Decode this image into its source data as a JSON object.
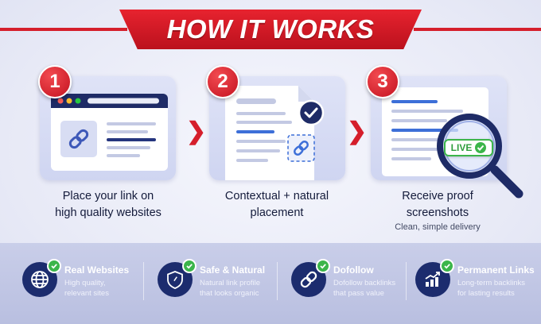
{
  "banner": {
    "title": "HOW IT WORKS"
  },
  "steps": [
    {
      "number": "1",
      "title_line1": "Place your link on",
      "title_line2": "high quality websites",
      "subtitle": ""
    },
    {
      "number": "2",
      "title_line1": "Contextual + natural",
      "title_line2": "placement",
      "subtitle": ""
    },
    {
      "number": "3",
      "title_line1": "Receive proof",
      "title_line2": "screenshots",
      "subtitle": "Clean, simple delivery"
    }
  ],
  "live_badge": "LIVE",
  "features": [
    {
      "title": "Real Websites",
      "line1": "High quality,",
      "line2": "relevant sites",
      "icon": "globe-icon"
    },
    {
      "title": "Safe & Natural",
      "line1": "Natural link profile",
      "line2": "that looks organic",
      "icon": "shield-icon"
    },
    {
      "title": "Dofollow",
      "line1": "Dofollow backlinks",
      "line2": "that pass value",
      "icon": "link-icon"
    },
    {
      "title": "Permanent Links",
      "line1": "Long-term backlinks",
      "line2": "for lasting results",
      "icon": "growth-chart-icon"
    }
  ],
  "colors": {
    "accent": "#d51e2b",
    "navy": "#1c2c6e",
    "check": "#3bb54a"
  }
}
